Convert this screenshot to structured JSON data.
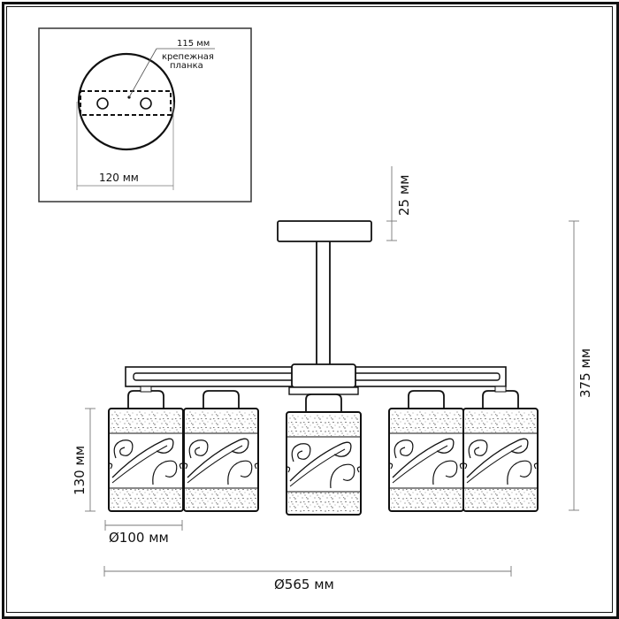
{
  "drawing": {
    "inset": {
      "plate_dimension": "115 мм",
      "plate_label_line1": "крепежная",
      "plate_label_line2": "планка",
      "canopy_dimension": "120 мм"
    },
    "dimensions": {
      "canopy_height": "25 мм",
      "total_height": "375 мм",
      "shade_height": "130 мм",
      "shade_diameter": "Ø100 мм",
      "total_diameter": "Ø565 мм"
    },
    "lamp_count": 5,
    "colors": {
      "line": "#111111",
      "dimension_line": "#777777",
      "background": "#ffffff"
    }
  }
}
